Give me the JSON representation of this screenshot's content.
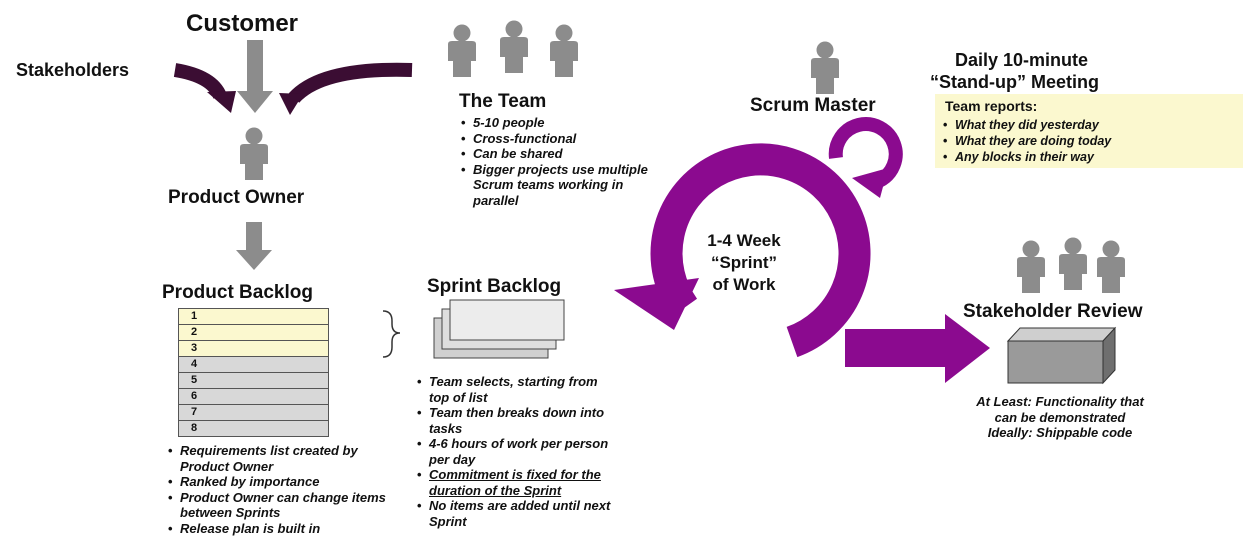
{
  "customer": "Customer",
  "stakeholders": "Stakeholders",
  "product_owner": "Product Owner",
  "team": {
    "title": "The Team",
    "bullets": [
      "5-10 people",
      "Cross-functional",
      "Can be shared",
      "Bigger projects use multiple Scrum teams working in parallel"
    ]
  },
  "scrum_master": "Scrum Master",
  "standup": {
    "title_line1": "Daily 10-minute",
    "title_line2": "“Stand-up” Meeting",
    "reports_title": "Team reports:",
    "bullets": [
      "What they did yesterday",
      "What they are doing today",
      "Any blocks in their way"
    ]
  },
  "sprint": {
    "line1": "1-4 Week",
    "line2": "“Sprint”",
    "line3": "of Work"
  },
  "product_backlog": {
    "title": "Product Backlog",
    "items": [
      "1",
      "2",
      "3",
      "4",
      "5",
      "6",
      "7",
      "8"
    ],
    "bullets": [
      "Requirements list created by Product Owner",
      "Ranked by importance",
      "Product Owner can change items between Sprints",
      "Release plan is built in"
    ]
  },
  "sprint_backlog": {
    "title": "Sprint Backlog",
    "bullets": [
      "Team selects, starting from top of list",
      "Team then breaks down into tasks",
      "4-6 hours of work per person per day",
      "Commitment is fixed for the duration of the Sprint",
      "No items are added until next Sprint"
    ]
  },
  "review": {
    "title": "Stakeholder Review",
    "line1": "At Least: Functionality that",
    "line2": "can be demonstrated",
    "line3": "Ideally: Shippable code"
  },
  "colors": {
    "purple": "#8b0a8f",
    "dark_arrow": "#3b0d33",
    "gray": "#8c8c8c",
    "cream": "#fbf8cf"
  }
}
